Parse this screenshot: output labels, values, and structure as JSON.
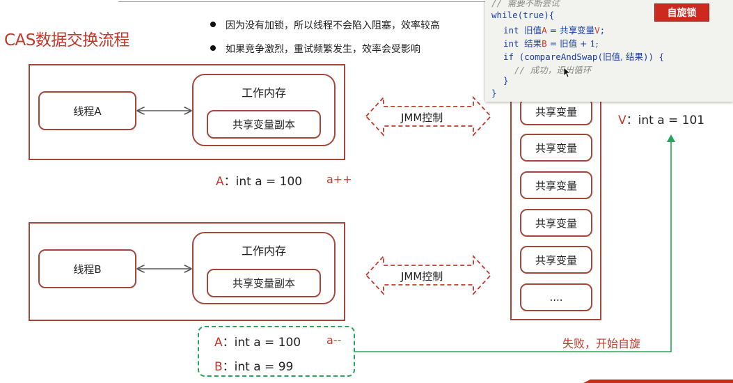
{
  "title": "CAS数据交换流程",
  "bullets": [
    "因为没有加锁，所以线程不会陷入阻塞，效率较高",
    "如果竞争激烈，重试频繁发生，效率会受影响"
  ],
  "thread_a": {
    "thread_label": "线程A",
    "memory_title": "工作内存",
    "copy_label": "共享变量副本",
    "value_key": "A",
    "value_text": "：int a = 100",
    "op": "a++"
  },
  "thread_b": {
    "thread_label": "线程B",
    "memory_title": "工作内存",
    "copy_label": "共享变量副本",
    "value_a_key": "A",
    "value_a_text": "：int a = 100",
    "op": "a--",
    "value_b_key": "B",
    "value_b_text": "：int a = 99"
  },
  "jmm_label": "JMM控制",
  "main_memory": {
    "items": [
      "共享变量",
      "共享变量",
      "共享变量",
      "共享变量",
      "共享变量",
      "...."
    ],
    "v_key": "V",
    "v_text": "：int a = 101"
  },
  "fail_text": "失败，开始自旋",
  "badge": "自旋锁",
  "code": {
    "comment_top": "// 需要不断尝试",
    "l1_kw": "while(true){",
    "l2_kw": "int",
    "l2_a": "旧值",
    "l2_b": "A",
    "l2_c": " = 共享变量",
    "l2_d": "V",
    "l2_e": ";",
    "l3_kw": "int",
    "l3_a": "结果",
    "l3_b": "B",
    "l3_c": " = 旧值 + 1;",
    "l4_kw": "if (compareAndSwap(",
    "l4_a": "旧值, 结果",
    "l4_b": ")) {",
    "l5": "// 成功，退出循环",
    "l6": "}",
    "l7": "}"
  },
  "colors": {
    "accent_red": "#c0392b",
    "box_border": "#a5463a",
    "green": "#27a55a",
    "code_keyword": "#1a3ea8"
  }
}
